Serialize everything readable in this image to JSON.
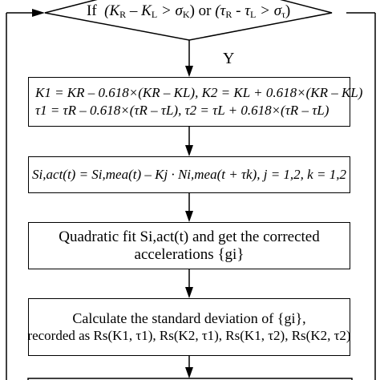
{
  "decision": {
    "prefix": "If",
    "cond1": "(K",
    "cond1_sub1": "R",
    "cond1_mid": " – K",
    "cond1_sub2": "L",
    "cond1_rel": " > σ",
    "cond1_sub3": "K",
    "cond1_end": ")",
    "connector": "or",
    "cond2": "(τ",
    "cond2_sub1": "R",
    "cond2_mid": " - τ",
    "cond2_sub2": "L",
    "cond2_rel": " > σ",
    "cond2_sub3": "τ",
    "cond2_end": ")"
  },
  "yes_label": "Y",
  "box_golden": {
    "line1": "K1 = KR – 0.618×(KR – KL),  K2 = KL + 0.618×(KR – KL)",
    "line2": "τ1 = τR – 0.618×(τR – τL),  τ2 = τL + 0.618×(τR – τL)"
  },
  "box_signal": {
    "line1": "Si,act(t) = Si,mea(t) – Kj · Ni,mea(t + τk),  j = 1,2,  k = 1,2"
  },
  "box_fit": {
    "line1": "Quadratic fit Si,act(t) and get the corrected",
    "line2": "accelerations {gi}"
  },
  "box_std": {
    "line1": "Calculate the standard deviation of {gi},",
    "line2": "recorded as Rs(K1, τ1), Rs(K2, τ1), Rs(K1, τ2), Rs(K2, τ2)"
  }
}
